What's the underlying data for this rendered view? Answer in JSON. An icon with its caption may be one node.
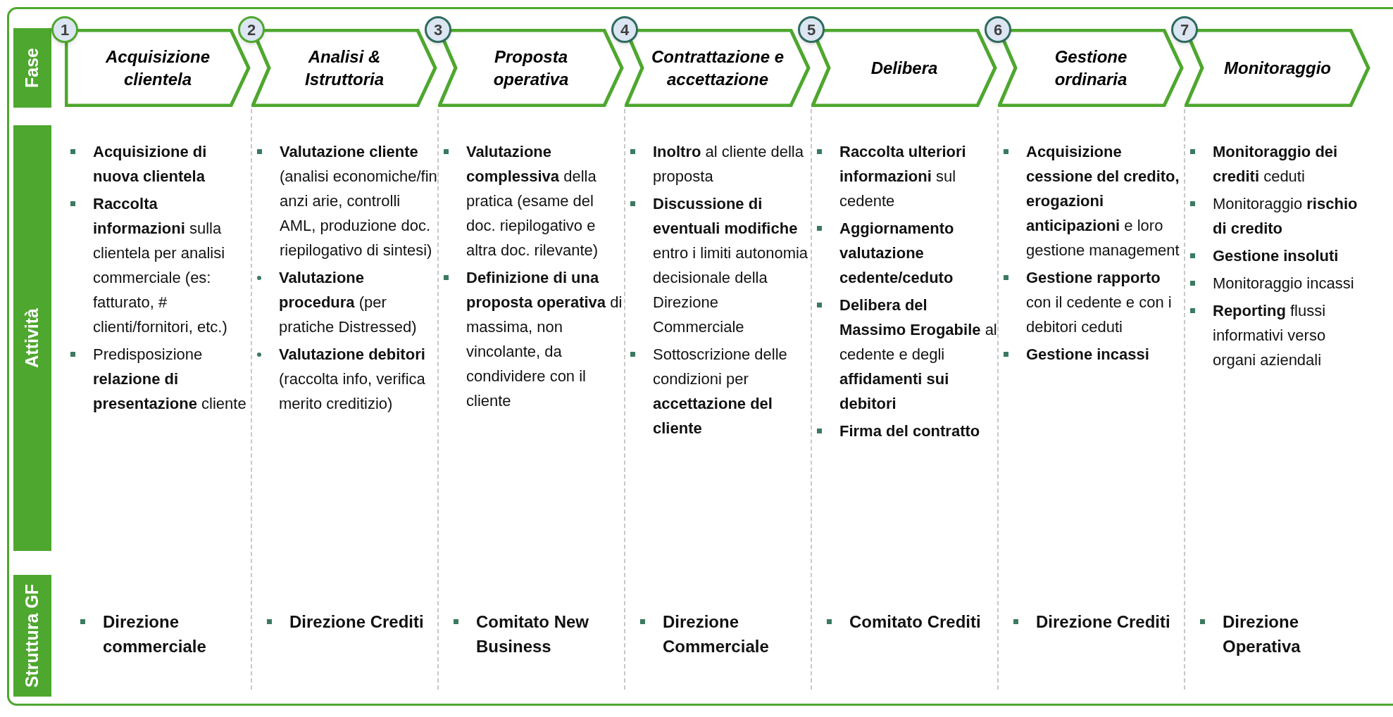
{
  "diagram": {
    "nodes": [
      {
        "text": [
          "Fase"
        ]
      },
      {
        "text": [
          "Attività"
        ]
      },
      {
        "text": [
          "Struttura GF"
        ]
      },
      {
        "text": [
          "Acquisizione clientela"
        ]
      },
      {
        "text": [
          "Analisi & Istruttoria"
        ]
      },
      {
        "text": [
          "Proposta operativa"
        ]
      },
      {
        "text": [
          "Contrattazione e accettazione"
        ]
      },
      {
        "text": [
          "Delibera"
        ]
      },
      {
        "text": [
          "Gestione ordinaria"
        ]
      },
      {
        "text": [
          "Monitoraggio"
        ]
      },
      {
        "text": [
          "1"
        ]
      },
      {
        "text": [
          "2"
        ]
      },
      {
        "text": [
          "3"
        ]
      },
      {
        "text": [
          "4"
        ]
      },
      {
        "text": [
          "5"
        ]
      },
      {
        "text": [
          "6"
        ]
      },
      {
        "text": [
          "7"
        ]
      }
    ],
    "labels": [
      "Acquisizione di nuova clientela",
      "**Raccolta informazioni** sulla clientela per analisi commerciale (es: fatturato, # clienti/fornitori, etc.)",
      "Predisposizione **relazione di presentazione** cliente",
      "**Valutazione cliente** (analisi economiche/fin anzi arie, controlli AML, produzione doc. riepilogativo di sintesi)",
      "**Valutazione procedura** (per pratiche Distressed)",
      "**Valutazione debitori** (raccolta info, verifica merito creditizio)",
      "**Valutazione complessiva** della pratica (esame del doc. riepilogativo e altra doc. rilevante)",
      "**Definizione di una proposta operativa** di massima, non vincolante, da condividere con il cliente",
      "**Inoltro** al cliente della proposta",
      "**Discussione di eventuali modifiche** entro i limiti autonomia decisionale della Direzione Commerciale",
      "Sottoscrizione delle condizioni per **accettazione del cliente**",
      "**Raccolta ulteriori informazioni** sul cedente",
      "Aggiornamento valutazione cedente/ceduto",
      "**Delibera del Massimo Erogabile** al cedente e degli **affidamenti sui debitori**",
      "Firma del contratto",
      "**Acquisizione cessione del credito, erogazioni anticipazioni** e loro gestione management",
      "**Gestione rapporto** con il cedente e con i debitori ceduti",
      "Gestione incassi",
      "**Monitoraggio dei crediti** ceduti",
      "Monitoraggio **rischio di credito**",
      "Gestione insoluti",
      "Monitoraggio incassi",
      "**Reporting** flussi informativi verso organi aziendali",
      "Direzione commerciale",
      "Direzione Crediti",
      "Comitato New Business",
      "Direzione Commerciale",
      "Comitato Crediti",
      "Direzione Crediti",
      "Direzione Operativa"
    ]
  }
}
